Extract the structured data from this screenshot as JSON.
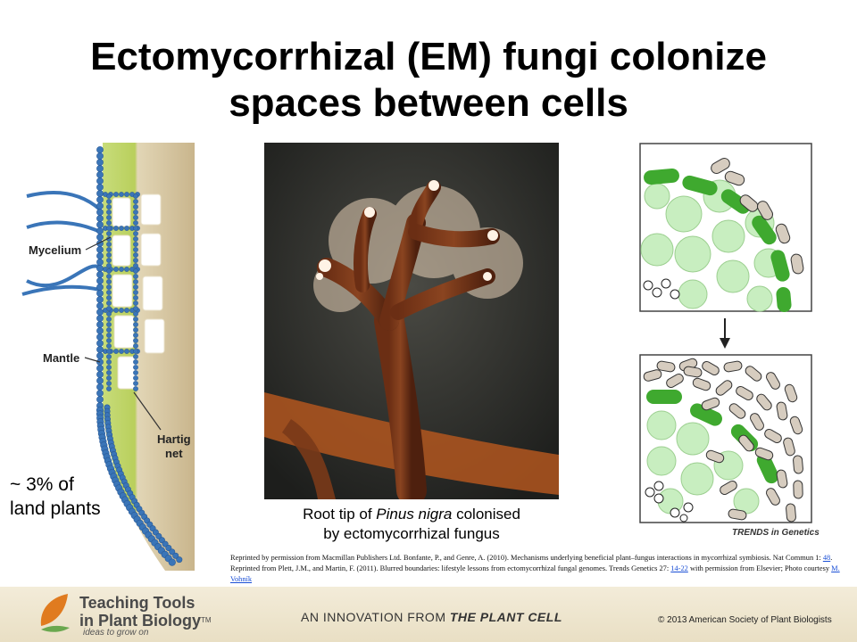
{
  "title": {
    "line1": "Ectomycorrhizal (EM) fungi colonize",
    "line2": "spaces between cells"
  },
  "diagram": {
    "label_mycelium": "Mycelium",
    "label_mantle": "Mantle",
    "label_hartig_1": "Hartig",
    "label_hartig_2": "net"
  },
  "stat": {
    "line1": "~ 3% of",
    "line2": "land plants"
  },
  "caption": {
    "prefix": "Root tip of ",
    "species": "Pinus nigra",
    "suffix": " colonised",
    "line2": "by ectomycorrhizal  fungus"
  },
  "panel_source": "TRENDS in Genetics",
  "credits": {
    "part1": "Reprinted by permission from Macmillan Publishers Ltd. Bonfante, P., and Genre, A. (2010). Mechanisms underlying beneficial plant–fungus interactions in mycorrhizal symbiosis. Nat Commun 1: ",
    "link1": "48",
    "part2": ". Reprinted from Plett, J.M., and Martin, F. (2011). Blurred boundaries: lifestyle lessons from ectomycorrhizal fungal genomes. Trends Genetics 27: ",
    "link2": "14-22",
    "part3": " with permission from Elsevier; Photo courtesy ",
    "link3": "M. Vohník"
  },
  "footer": {
    "brand_line1": "Teaching Tools",
    "brand_line2": "in Plant Biology",
    "trademark": "TM",
    "tagline": "ideas to grow on",
    "innovation_prefix": "AN INNOVATION FROM ",
    "innovation_name": "THE PLANT CELL",
    "copyright": "© 2013 American Society of Plant Biologists"
  },
  "colors": {
    "fungus_blue": "#3a75b8",
    "cell_green": "#b7d65a",
    "fungal_green": "#3fa92f",
    "light_green": "#c8eec0",
    "link": "#1a4fd6",
    "footer_bg": "#efe6cf"
  }
}
